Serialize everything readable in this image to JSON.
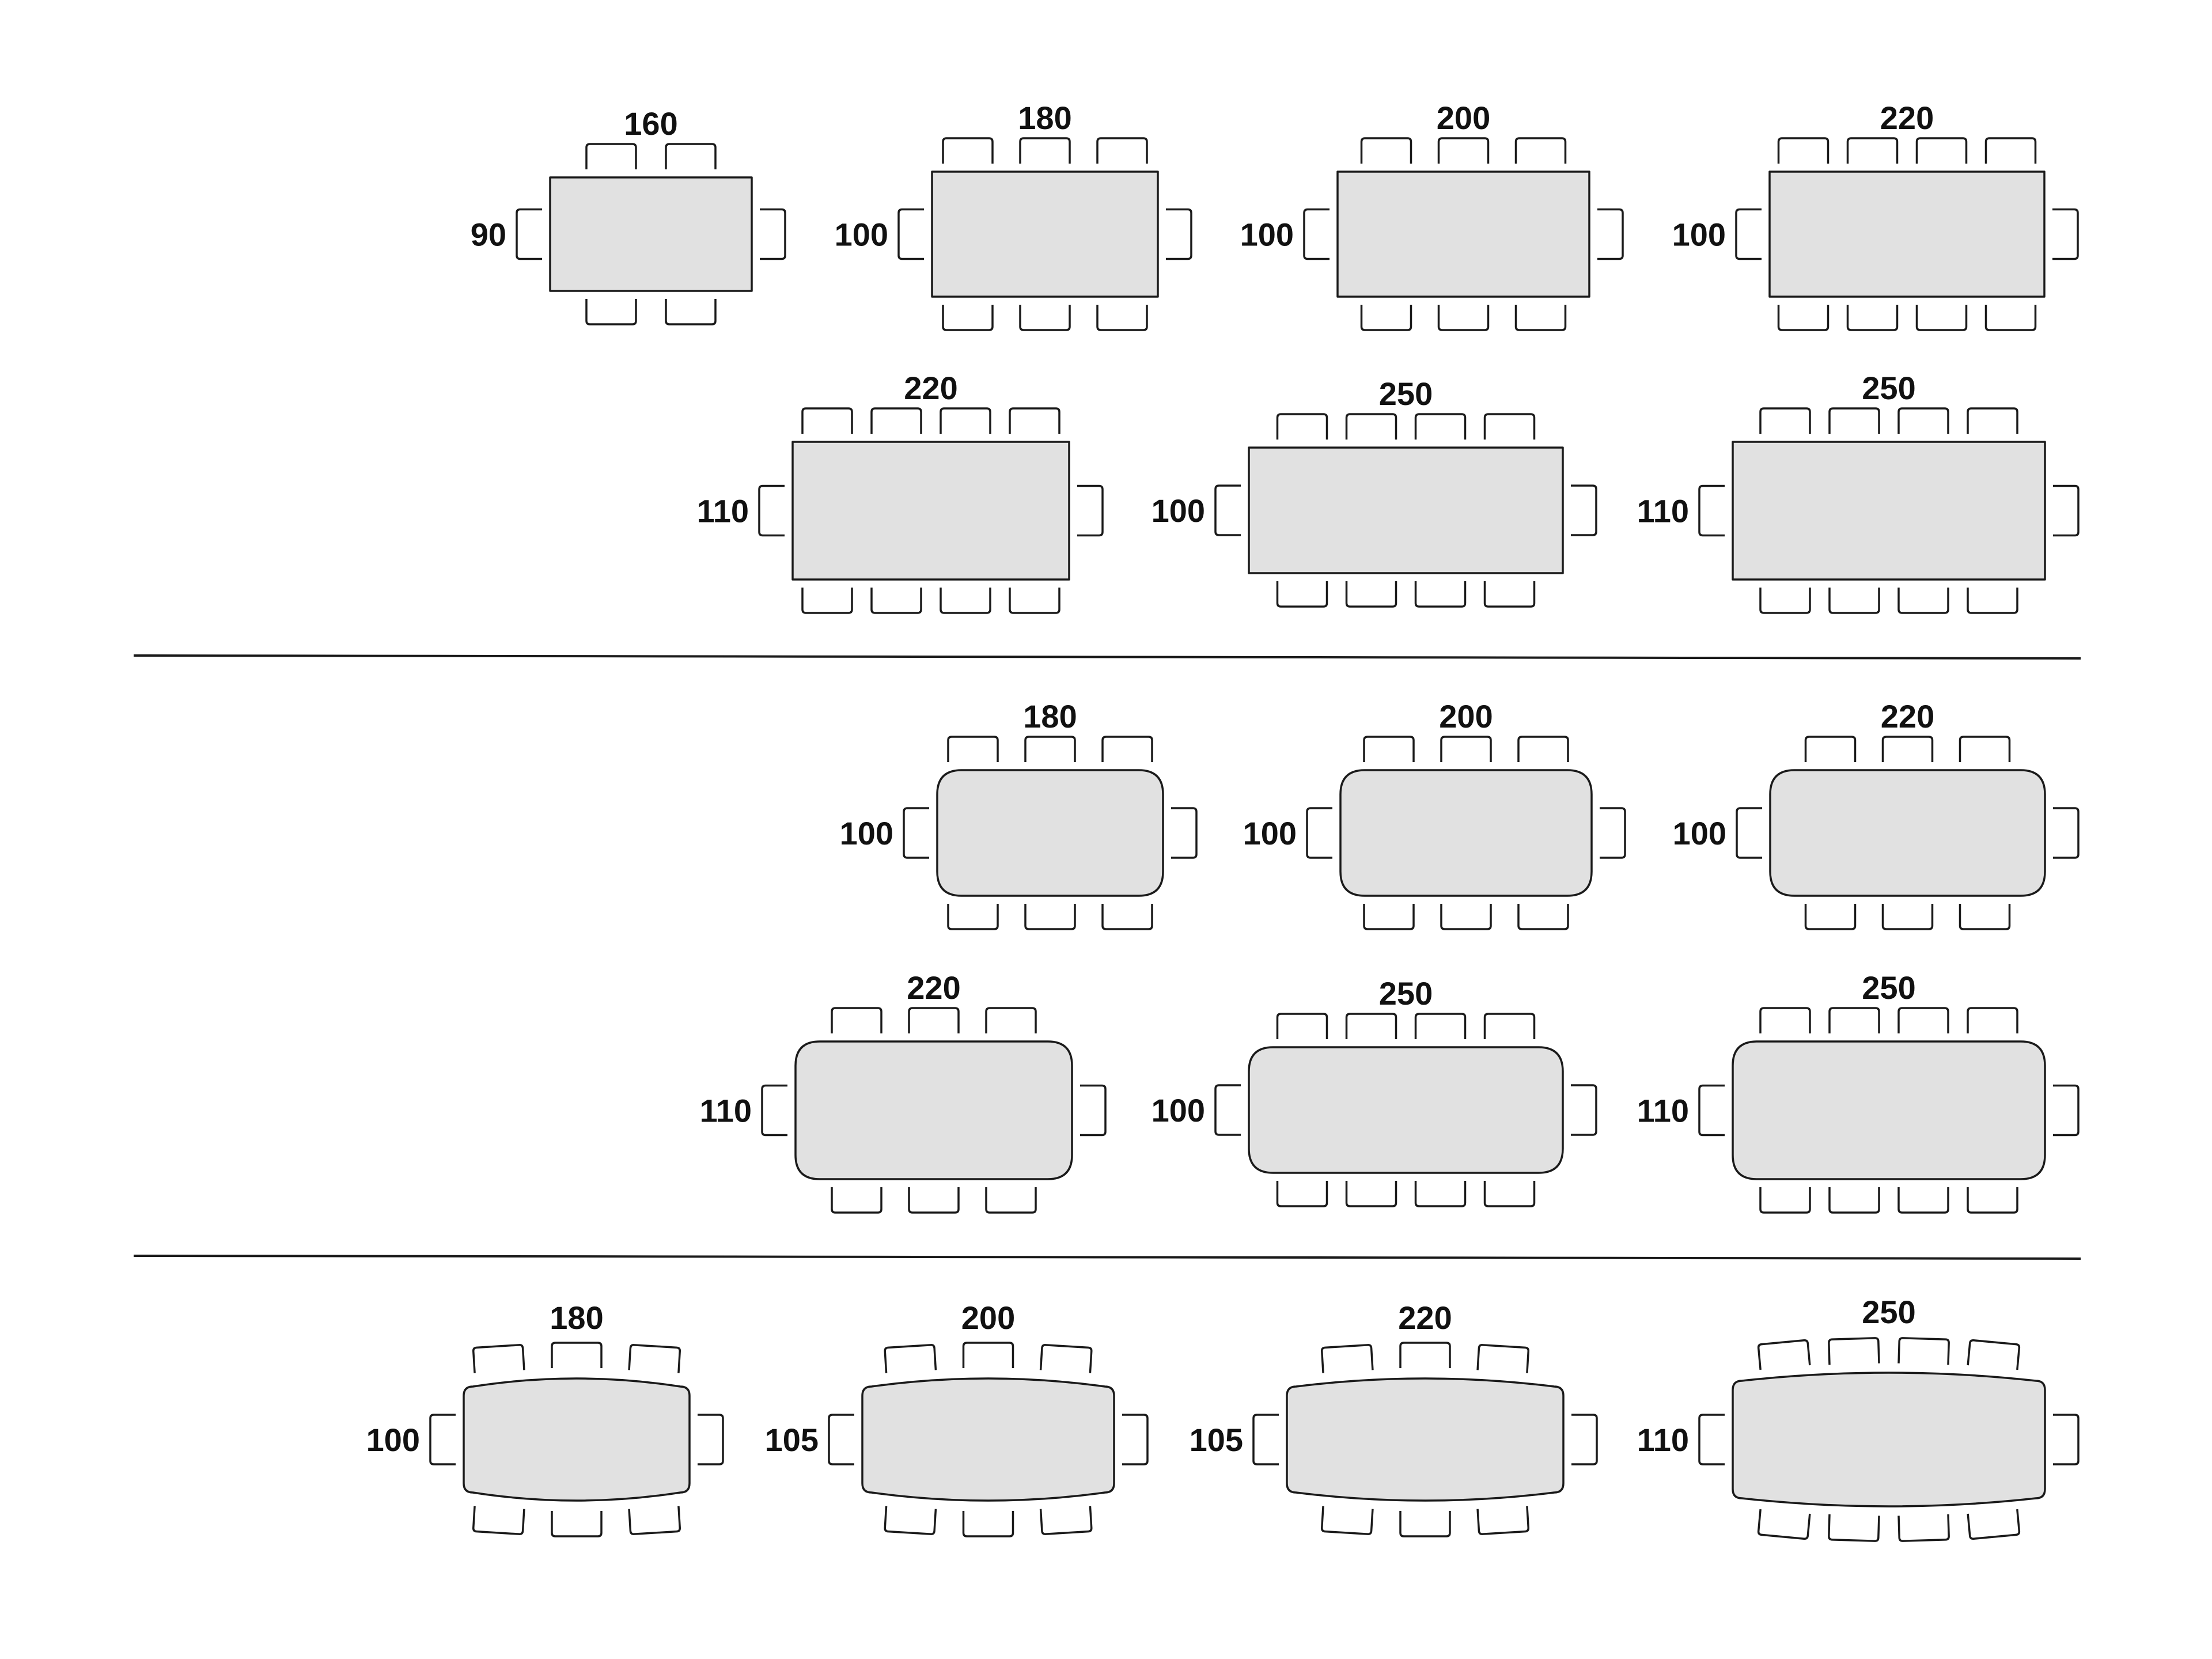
{
  "colors": {
    "table_fill": "#e1e1e1",
    "stroke": "#1a1a1a",
    "divider": "#1a1a1a"
  },
  "sections": [
    {
      "style": "rectangular",
      "tables": [
        {
          "length": "160",
          "width": "90",
          "seats_per_side": 2
        },
        {
          "length": "180",
          "width": "100",
          "seats_per_side": 3
        },
        {
          "length": "200",
          "width": "100",
          "seats_per_side": 3
        },
        {
          "length": "220",
          "width": "100",
          "seats_per_side": 4
        },
        {
          "length": "220",
          "width": "110",
          "seats_per_side": 4
        },
        {
          "length": "250",
          "width": "100",
          "seats_per_side": 4
        },
        {
          "length": "250",
          "width": "110",
          "seats_per_side": 4
        }
      ]
    },
    {
      "style": "rounded-corners",
      "tables": [
        {
          "length": "180",
          "width": "100",
          "seats_per_side": 3
        },
        {
          "length": "200",
          "width": "100",
          "seats_per_side": 3
        },
        {
          "length": "220",
          "width": "100",
          "seats_per_side": 3
        },
        {
          "length": "220",
          "width": "110",
          "seats_per_side": 3
        },
        {
          "length": "250",
          "width": "100",
          "seats_per_side": 4
        },
        {
          "length": "250",
          "width": "110",
          "seats_per_side": 4
        }
      ]
    },
    {
      "style": "barrel",
      "tables": [
        {
          "length": "180",
          "width": "100",
          "seats_per_side": 3
        },
        {
          "length": "200",
          "width": "105",
          "seats_per_side": 3
        },
        {
          "length": "220",
          "width": "105",
          "seats_per_side": 3
        },
        {
          "length": "250",
          "width": "110",
          "seats_per_side": 4
        }
      ]
    }
  ]
}
